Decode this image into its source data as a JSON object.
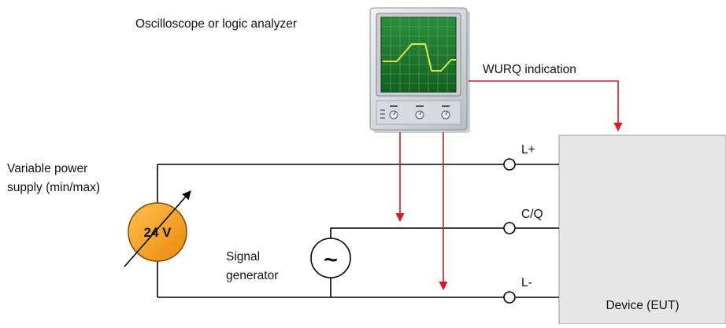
{
  "labels": {
    "scope": "Oscilloscope or logic analyzer",
    "wurq": "WURQ indication",
    "psu_line1": "Variable power",
    "psu_line2": "supply (min/max)",
    "psu_value": "24 V",
    "siggen_line1": "Signal",
    "siggen_line2": "generator",
    "siggen_symbol": "~",
    "pin_lplus": "L+",
    "pin_cq": "C/Q",
    "pin_lminus": "L-",
    "device": "Device (EUT)"
  },
  "colors": {
    "wire": "#000000",
    "signal_line": "#e8141c",
    "psu_fill": "#f7a21b",
    "device_fill": "#e6e6e6",
    "scope_screen": "#1f7a2f",
    "scope_trace": "#d8e84a"
  },
  "icons": {
    "scope": "oscilloscope-icon",
    "psu": "variable-power-supply-icon",
    "signal_generator": "signal-generator-icon"
  }
}
